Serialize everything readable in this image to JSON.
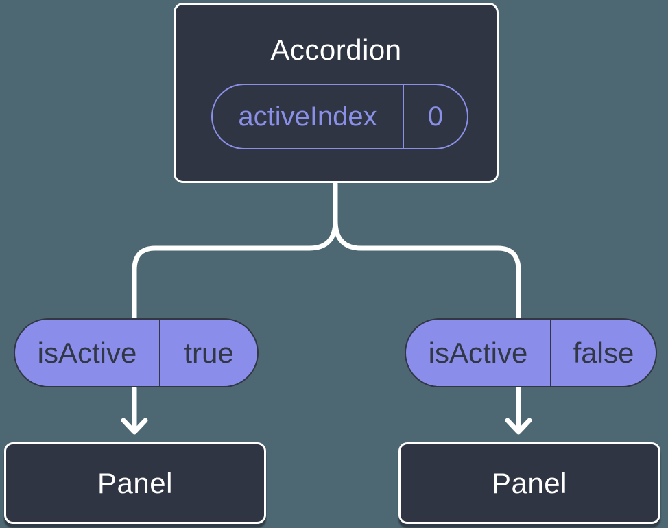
{
  "tree": {
    "root": {
      "title": "Accordion",
      "prop_name": "activeIndex",
      "prop_value": "0"
    },
    "left_child": {
      "prop_name": "isActive",
      "prop_value": "true",
      "title": "Panel"
    },
    "right_child": {
      "prop_name": "isActive",
      "prop_value": "false",
      "title": "Panel"
    }
  },
  "colors": {
    "background": "#4d6872",
    "box_fill": "#2f3542",
    "box_border": "#ffffff",
    "connector": "#ffffff",
    "accent_purple": "#8a8fe8",
    "pill_fill": "#8a8eea",
    "pill_text_dark": "#313745"
  }
}
